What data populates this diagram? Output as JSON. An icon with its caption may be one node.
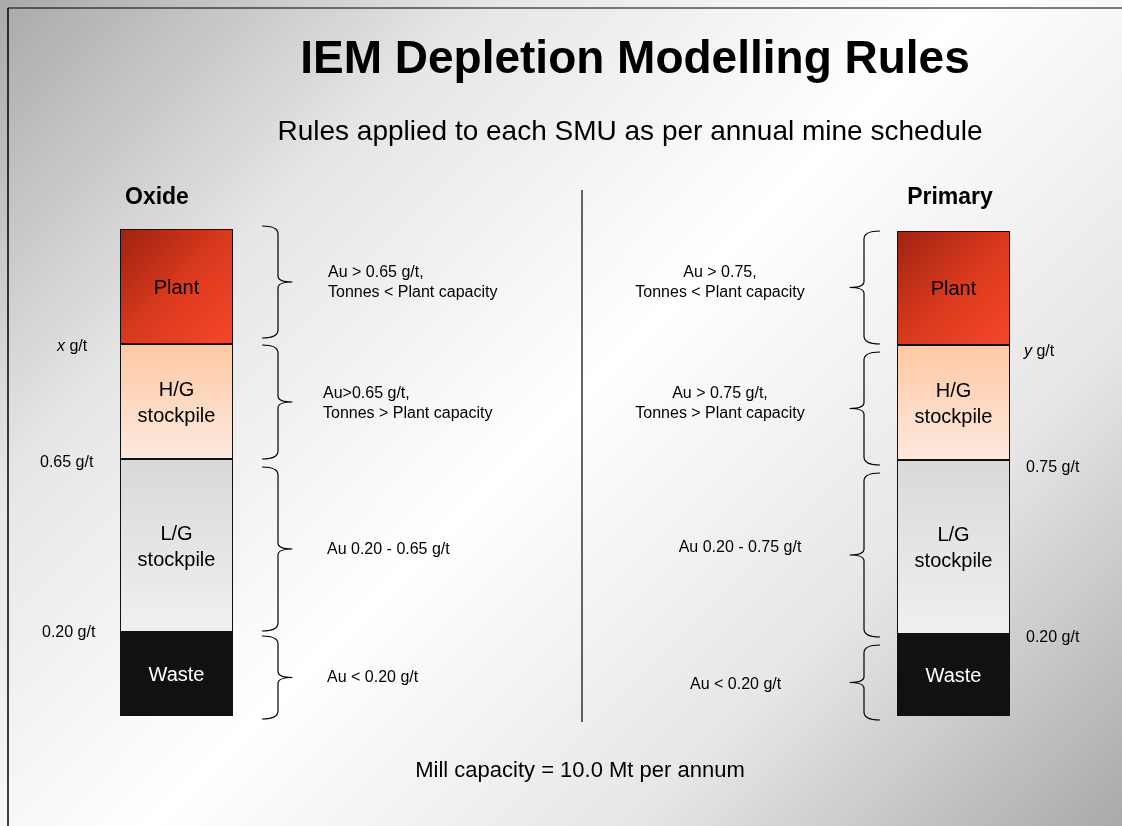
{
  "diagram": {
    "title": "IEM Depletion Modelling Rules",
    "caption": "Mill capacity = 10.0 Mt per annum",
    "nodes": [
      {
        "text": [
          "Plant"
        ]
      },
      {
        "text": [
          "H/G stockpile"
        ]
      },
      {
        "text": [
          "L/G stockpile"
        ]
      },
      {
        "text": [
          "Waste"
        ]
      },
      {
        "text": [
          "Plant"
        ]
      },
      {
        "text": [
          "H/G stockpile"
        ]
      },
      {
        "text": [
          "L/G stockpile"
        ]
      },
      {
        "text": [
          "Waste"
        ]
      }
    ],
    "edges": [],
    "labels": [
      "Rules applied to each SMU as per annual mine schedule",
      "Oxide",
      "Primary",
      "Au > 0.65 g/t, Tonnes < Plant capacity",
      "Au > 0.75, Tonnes < Plant capacity",
      "*x* g/t",
      "*y* g/t",
      "Au>0.65 g/t, Tonnes > Plant capacity",
      "Au > 0.75 g/t, Tonnes > Plant capacity",
      "0.65 g/t",
      "0.75 g/t",
      "Au 0.20 - 0.65 g/t",
      "Au 0.20 - 0.75 g/t",
      "0.20 g/t",
      "0.20 g/t",
      "Au < 0.20 g/t",
      "Au < 0.20 g/t"
    ]
  }
}
